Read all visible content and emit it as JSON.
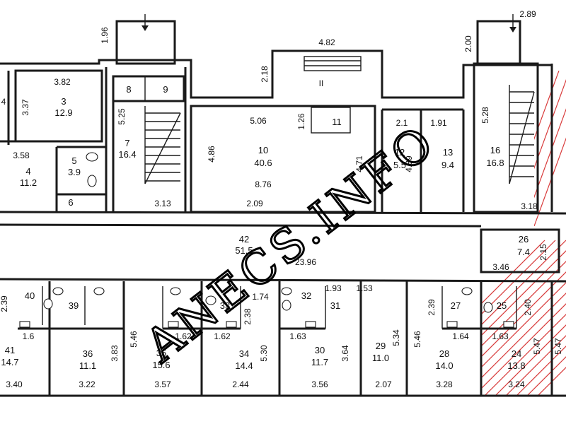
{
  "rooms": [
    {
      "id": "r3",
      "number": "3",
      "area": "12.9"
    },
    {
      "id": "r4",
      "number": "4",
      "area": "11.2"
    },
    {
      "id": "r5",
      "number": "5",
      "area": "3.9"
    },
    {
      "id": "r6",
      "number": "6",
      "area": ""
    },
    {
      "id": "r7",
      "number": "7",
      "area": "16.4"
    },
    {
      "id": "r8",
      "number": "8",
      "area": ""
    },
    {
      "id": "r9",
      "number": "9",
      "area": ""
    },
    {
      "id": "r10",
      "number": "10",
      "area": "40.6"
    },
    {
      "id": "r11",
      "number": "11",
      "area": ""
    },
    {
      "id": "r12",
      "number": "12",
      "area": "5.5"
    },
    {
      "id": "r13",
      "number": "13",
      "area": "9.4"
    },
    {
      "id": "r16",
      "number": "16",
      "area": "16.8"
    },
    {
      "id": "r26",
      "number": "26",
      "area": "7.4"
    },
    {
      "id": "r42",
      "number": "42",
      "area": "51.5"
    },
    {
      "id": "r41",
      "number": "41",
      "area": "14.7"
    },
    {
      "id": "r40",
      "number": "40",
      "area": ""
    },
    {
      "id": "r39",
      "number": "39",
      "area": ""
    },
    {
      "id": "r36",
      "number": "36",
      "area": "11.1"
    },
    {
      "id": "r35",
      "number": "35",
      "area": "15.6"
    },
    {
      "id": "r33",
      "number": "33",
      "area": ""
    },
    {
      "id": "r34",
      "number": "34",
      "area": "14.4"
    },
    {
      "id": "r32",
      "number": "32",
      "area": ""
    },
    {
      "id": "r31",
      "number": "31",
      "area": ""
    },
    {
      "id": "r30",
      "number": "30",
      "area": "11.7"
    },
    {
      "id": "r29",
      "number": "29",
      "area": "11.0"
    },
    {
      "id": "r27",
      "number": "27",
      "area": ""
    },
    {
      "id": "r28",
      "number": "28",
      "area": "14.0"
    },
    {
      "id": "r25",
      "number": "25",
      "area": ""
    },
    {
      "id": "r24",
      "number": "24",
      "area": "13.8"
    }
  ],
  "dimensions": {
    "d_1_96": "1.96",
    "d_4_82": "4.82",
    "d_2_18": "2.18",
    "d_2_89": "2.89",
    "d_2_00": "2.00",
    "d_3_82": "3.82",
    "d_3_37": "3.37",
    "d_3_58": "3.58",
    "d_5_25": "5.25",
    "d_5_06": "5.06",
    "d_1_26": "1.26",
    "d_4_86": "4.86",
    "d_4_71": "4.71",
    "d_4_89": "4.89",
    "d_2_1": "2.1",
    "d_1_91": "1.91",
    "d_5_28": "5.28",
    "d_8_76": "8.76",
    "d_2_09": "2.09",
    "d_3_13": "3.13",
    "d_3_18": "3.18",
    "d_2_15": "2.15",
    "d_3_46": "3.46",
    "d_23_96": "23.96",
    "d_2_39a": "2.39",
    "d_1_74": "1.74",
    "d_1_93": "1.93",
    "d_1_53": "1.53",
    "d_2_38": "2.38",
    "d_2_39b": "2.39",
    "d_2_40": "2.40",
    "d_1_6": "1.6",
    "d_1_62a": "1.62",
    "d_1_62b": "1.62",
    "d_1_63a": "1.63",
    "d_1_64": "1.64",
    "d_1_63b": "1.63",
    "d_5_46a": "5.46",
    "d_3_83": "3.83",
    "d_5_30": "5.30",
    "d_3_64": "3.64",
    "d_5_34": "5.34",
    "d_5_46b": "5.46",
    "d_5_47a": "5.47",
    "d_5_47b": "5.47",
    "d_3_40": "3.40",
    "d_3_22": "3.22",
    "d_3_57": "3.57",
    "d_2_44": "2.44",
    "d_3_56": "3.56",
    "d_2_07": "2.07",
    "d_3_28": "3.28",
    "d_3_24": "3.24",
    "d_4": "4",
    "d_roman": "II"
  },
  "watermark": "ANECS.INFO",
  "colors": {
    "ink": "#1a1a1a",
    "hatch": "#d83a3a",
    "paper": "#ffffff"
  }
}
